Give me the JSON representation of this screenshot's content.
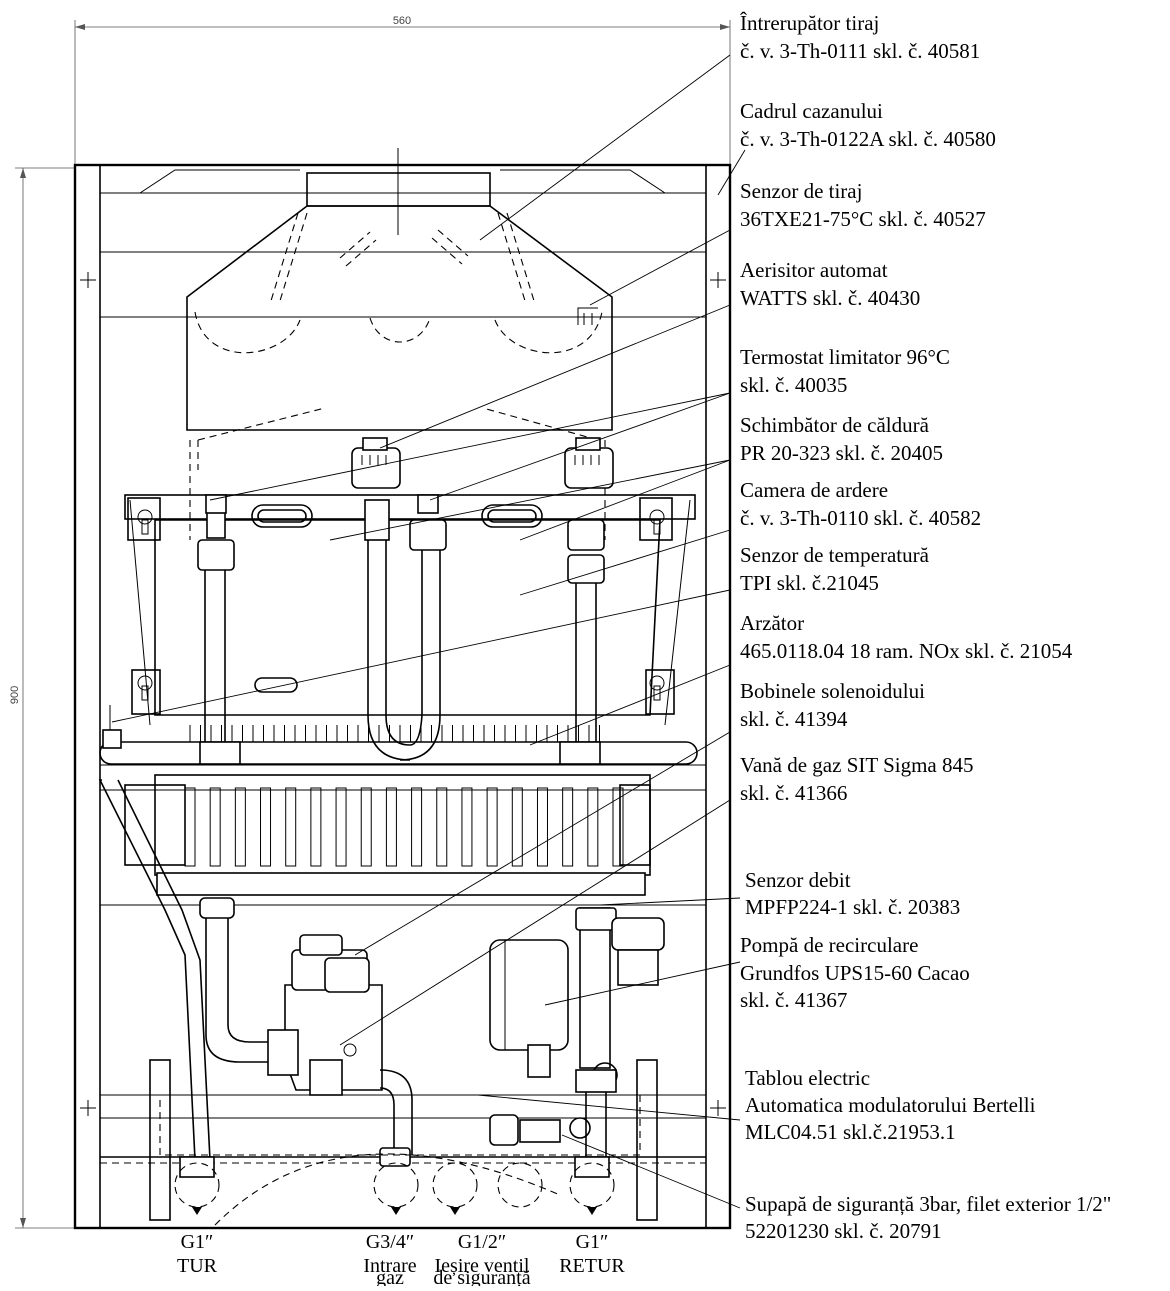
{
  "dimensions": {
    "width": "560",
    "height": "900"
  },
  "labels": [
    {
      "name": "Întrerupător tiraj",
      "code": "č. v. 3-Th-0111 skl. č. 40581"
    },
    {
      "name": "Cadrul cazanului",
      "code": "č. v. 3-Th-0122A  skl. č. 40580"
    },
    {
      "name": "Senzor de tiraj",
      "code": "36TXE21-75°C skl. č. 40527"
    },
    {
      "name": "Aerisitor automat",
      "code": "WATTS skl. č. 40430"
    },
    {
      "name": "Termostat limitator 96°C",
      "code": "skl. č. 40035"
    },
    {
      "name": "Schimbător de căldură",
      "code": "PR 20-323 skl. č. 20405"
    },
    {
      "name": "Camera de ardere",
      "code": "č. v. 3-Th-0110 skl. č. 40582"
    },
    {
      "name": "Senzor de temperatură",
      "code": "TPI  skl. č.21045"
    },
    {
      "name": "Arzător",
      "code": "465.0118.04 18 ram. NOx skl. č. 21054"
    },
    {
      "name": "Bobinele solenoidului",
      "code": "skl. č. 41394"
    },
    {
      "name": "Vană de gaz SIT Sigma 845",
      "code": "skl. č. 41366"
    },
    {
      "name": "Senzor debit",
      "code": "MPFP224-1 skl. č. 20383"
    },
    {
      "name": "Pompă de recirculare",
      "code": "Grundfos UPS15-60 Cacao",
      "code2": "skl. č. 41367"
    },
    {
      "name": "Tablou electric",
      "code": "Automatica modulatorului Bertelli",
      "code2": "MLC04.51 skl.č.21953.1"
    },
    {
      "name": "Supapă de siguranță 3bar, filet exterior 1/2\"",
      "code": "52201230 skl. č. 20791"
    }
  ],
  "connections": [
    {
      "size": "G1″",
      "lines": [
        "TUR"
      ]
    },
    {
      "size": "G3/4″",
      "lines": [
        "Intrare",
        "gaz"
      ]
    },
    {
      "size": "G1/2″",
      "lines": [
        "Ieșire ventil",
        "de siguranță"
      ]
    },
    {
      "size": "G1″",
      "lines": [
        "RETUR"
      ]
    }
  ]
}
